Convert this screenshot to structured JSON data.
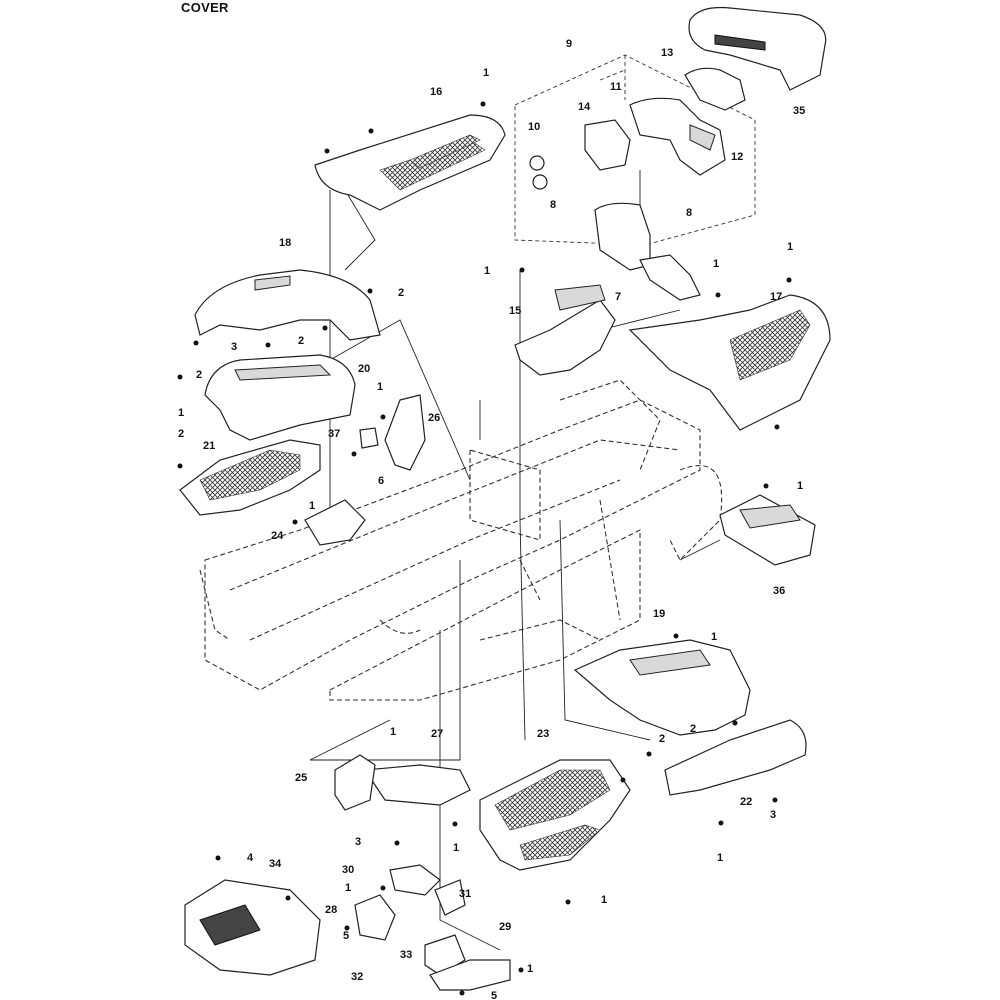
{
  "title": "COVER",
  "callout_numbers": {
    "c1a": "1",
    "c16": "16",
    "c9": "9",
    "c13": "13",
    "c11": "11",
    "c14": "14",
    "c10": "10",
    "c12": "12",
    "c8a": "8",
    "c8b": "8",
    "c35": "35",
    "c18": "18",
    "c2a": "2",
    "c2b": "2",
    "c3a": "3",
    "c2c": "2",
    "c20": "20",
    "c1b": "1",
    "c1c": "1",
    "c2d": "2",
    "c21": "21",
    "c26": "26",
    "c37": "37",
    "c6": "6",
    "c24": "24",
    "c1d": "1",
    "c1e": "1",
    "c15": "15",
    "c7": "7",
    "c1f": "1",
    "c1g": "1",
    "c17": "17",
    "c1h": "1",
    "c36": "36",
    "c19": "19",
    "c1i": "1",
    "c2e": "2",
    "c2f": "2",
    "c1j": "1",
    "c27": "27",
    "c25": "25",
    "c23": "23",
    "c22": "22",
    "c3b": "3",
    "c1k": "1",
    "c4": "4",
    "c34": "34",
    "c3c": "3",
    "c1l": "1",
    "c30": "30",
    "c1m": "1",
    "c31": "31",
    "c28": "28",
    "c5a": "5",
    "c33": "33",
    "c32": "32",
    "c29": "29",
    "c1n": "1",
    "c5b": "5",
    "c1o": "1"
  }
}
